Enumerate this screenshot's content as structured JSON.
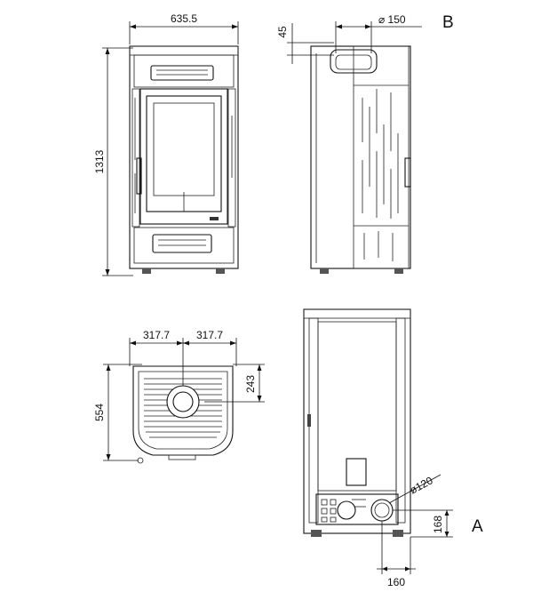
{
  "labels": {
    "view_b": "B",
    "view_a": "A"
  },
  "dimensions": {
    "width_total": "635.5",
    "height_total": "1313",
    "flue_offset": "45",
    "flue_diameter": "⌀ 150",
    "half_width_left": "317.7",
    "half_width_right": "317.7",
    "depth_total": "554",
    "flue_depth": "243",
    "air_inlet_diameter": "ø120",
    "inlet_height": "168",
    "inlet_side_offset": "160"
  }
}
